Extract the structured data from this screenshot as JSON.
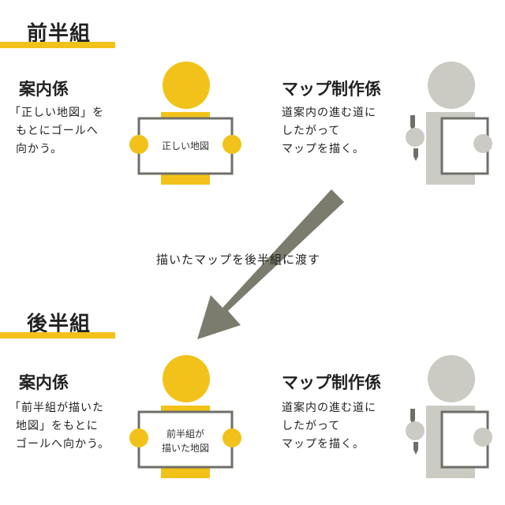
{
  "top": {
    "section_title": "前半組",
    "guide": {
      "role": "案内係",
      "desc_lines": [
        "「正しい地図」を",
        "もとにゴールへ",
        "向かう。"
      ],
      "sign_text": "正しい地図"
    },
    "mapper": {
      "role": "マップ制作係",
      "desc_lines": [
        "道案内の進む道に",
        "したがって",
        "マップを描く。"
      ]
    }
  },
  "transfer_label": "描いたマップを後半組に渡す",
  "bottom": {
    "section_title": "後半組",
    "guide": {
      "role": "案内係",
      "desc_lines": [
        "「前半組が描いた",
        "地図」をもとに",
        "ゴールへ向かう。"
      ],
      "sign_lines": [
        "前半組が",
        "描いた地図"
      ]
    },
    "mapper": {
      "role": "マップ制作係",
      "desc_lines": [
        "道案内の進む道に",
        "したがって",
        "マップを描く。"
      ]
    }
  },
  "colors": {
    "accent_yellow": "#f2c21a",
    "mapper_gray": "#cbcbc4",
    "arrow_gray": "#7c7c6e",
    "frame_gray": "#6f6f6a"
  }
}
